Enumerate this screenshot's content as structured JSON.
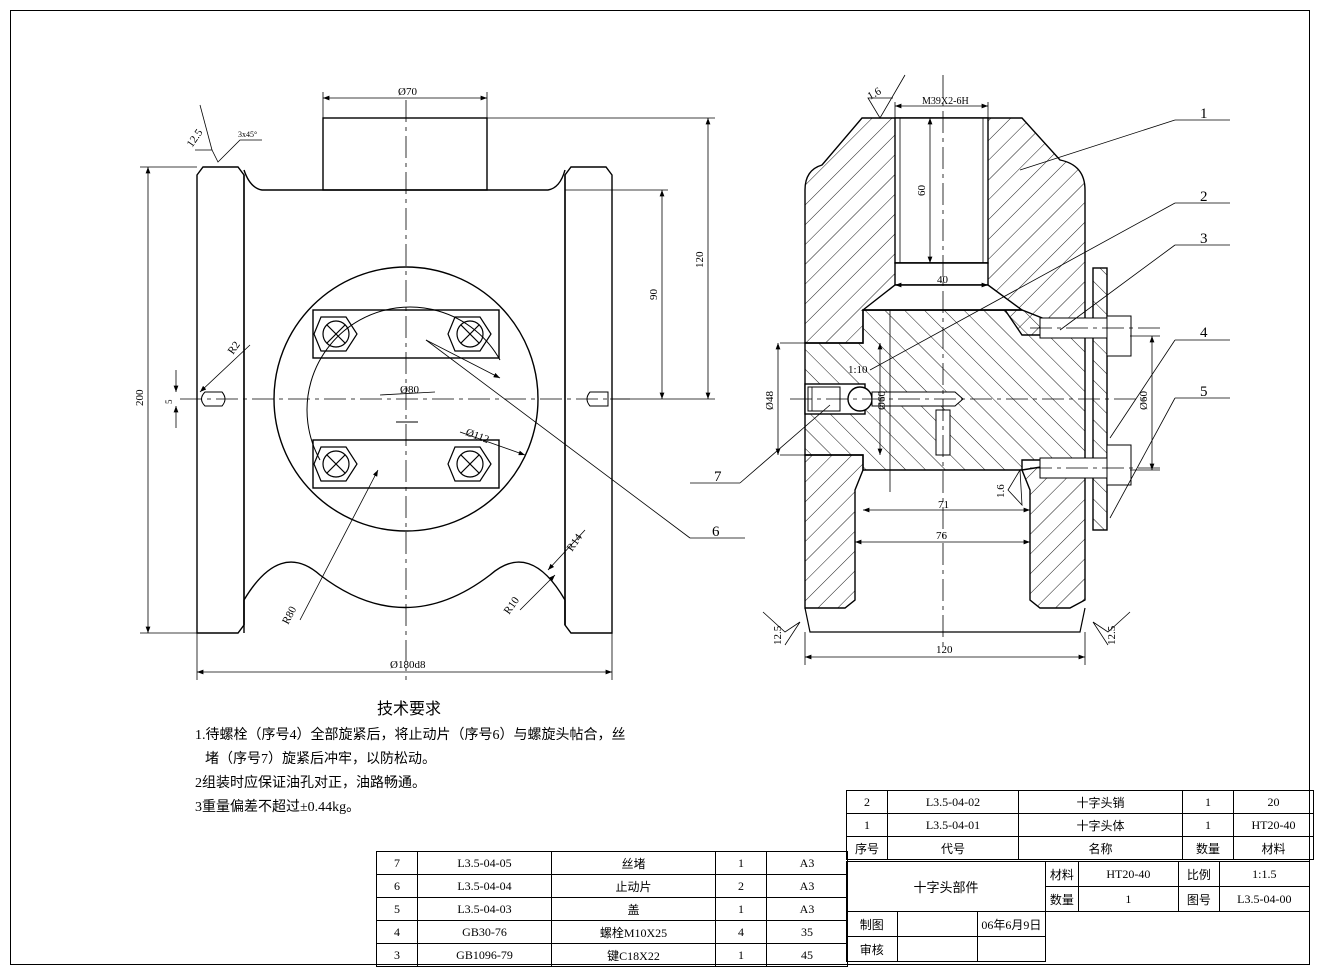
{
  "left_view": {
    "dims": {
      "d70": "Ø70",
      "d120": "120",
      "d90": "90",
      "d200": "200",
      "chamfer": "3x45°",
      "rough_top": "12.5",
      "d5": "5",
      "r2": "R2",
      "d80": "Ø80",
      "d112": "Ø112",
      "r14": "R14",
      "r10": "R10",
      "r80": "R80",
      "d180": "Ø180d8"
    }
  },
  "right_view": {
    "dims": {
      "rough_top": "1.6",
      "thread": "M39X2-6H",
      "depth60": "60",
      "d40": "40",
      "taper": "1:10",
      "d48": "Ø48",
      "d60a": "Ø60",
      "d60b": "Ø60",
      "rough_inner": "1.6",
      "d71": "71",
      "d76": "76",
      "rough_left": "12.5",
      "rough_right": "12.5",
      "d120": "120"
    }
  },
  "balloons": [
    "1",
    "2",
    "3",
    "4",
    "5",
    "6",
    "7"
  ],
  "requirements": {
    "title": "技术要求",
    "lines": [
      "1.待螺栓（序号4）全部旋紧后，将止动片（序号6）与螺旋头帖合，丝",
      "  堵（序号7）旋紧后冲牢，以防松动。",
      "2组装时应保证油孔对正，油路畅通。",
      "3重量偏差不超过±0.44kg。"
    ]
  },
  "parts_left": [
    {
      "no": "7",
      "code": "L3.5-04-05",
      "name": "丝堵",
      "qty": "1",
      "mat": "A3"
    },
    {
      "no": "6",
      "code": "L3.5-04-04",
      "name": "止动片",
      "qty": "2",
      "mat": "A3"
    },
    {
      "no": "5",
      "code": "L3.5-04-03",
      "name": "盖",
      "qty": "1",
      "mat": "A3"
    },
    {
      "no": "4",
      "code": "GB30-76",
      "name": "螺栓M10X25",
      "qty": "4",
      "mat": "35"
    },
    {
      "no": "3",
      "code": "GB1096-79",
      "name": "键C18X22",
      "qty": "1",
      "mat": "45"
    }
  ],
  "parts_right": [
    {
      "no": "2",
      "code": "L3.5-04-02",
      "name": "十字头销",
      "qty": "1",
      "mat": "20"
    },
    {
      "no": "1",
      "code": "L3.5-04-01",
      "name": "十字头体",
      "qty": "1",
      "mat": "HT20-40"
    }
  ],
  "parts_header": {
    "no": "序号",
    "code": "代号",
    "name": "名称",
    "qty": "数量",
    "mat": "材料"
  },
  "title_block": {
    "assembly_name": "十字头部件",
    "material_label": "材料",
    "material": "HT20-40",
    "scale_label": "比例",
    "scale": "1:1.5",
    "qty_label": "数量",
    "qty": "1",
    "drawing_no_label": "图号",
    "drawing_no": "L3.5-04-00",
    "drawn_label": "制图",
    "date": "06年6月9日",
    "checked_label": "审核"
  }
}
